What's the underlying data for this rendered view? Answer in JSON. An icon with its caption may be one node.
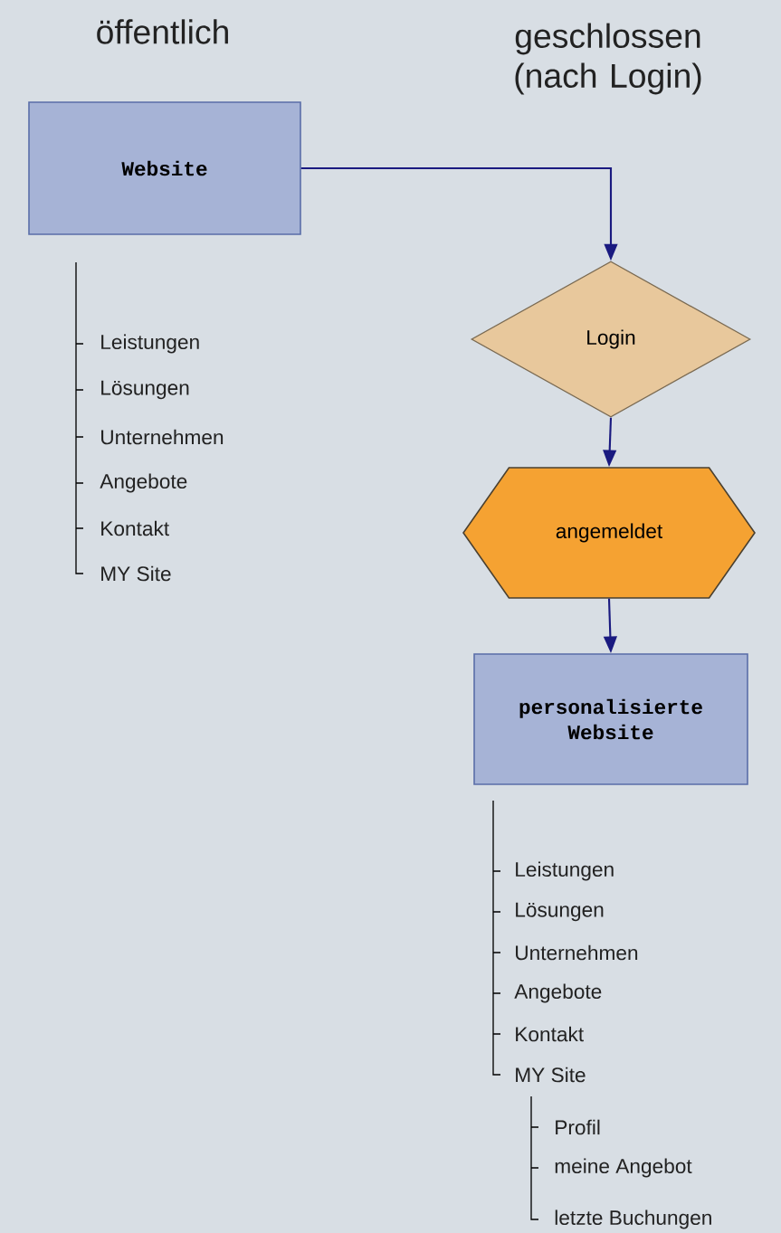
{
  "diagram": {
    "nodes": [
      {
        "text": [
          "Website"
        ]
      },
      {
        "text": [
          "Login"
        ]
      },
      {
        "text": [
          "angemeldet"
        ]
      },
      {
        "text": [
          "personalisierte Website"
        ]
      }
    ],
    "edges": [
      {
        "from": 0,
        "to": 1,
        "arrow": "to"
      },
      {
        "from": 1,
        "to": 2,
        "arrow": "to"
      },
      {
        "from": 2,
        "to": 3,
        "arrow": "to"
      }
    ],
    "labels": [
      "öffentlich",
      "geschlossen (nach Login)",
      "Leistungen",
      "Lösungen",
      "Unternehmen",
      "Angebote",
      "Kontakt",
      "MY Site",
      "Leistungen",
      "Lösungen",
      "Unternehmen",
      "Angebote",
      "Kontakt",
      "MY Site",
      "Profil",
      "meine Angebot",
      "letzte Buchungen"
    ]
  }
}
